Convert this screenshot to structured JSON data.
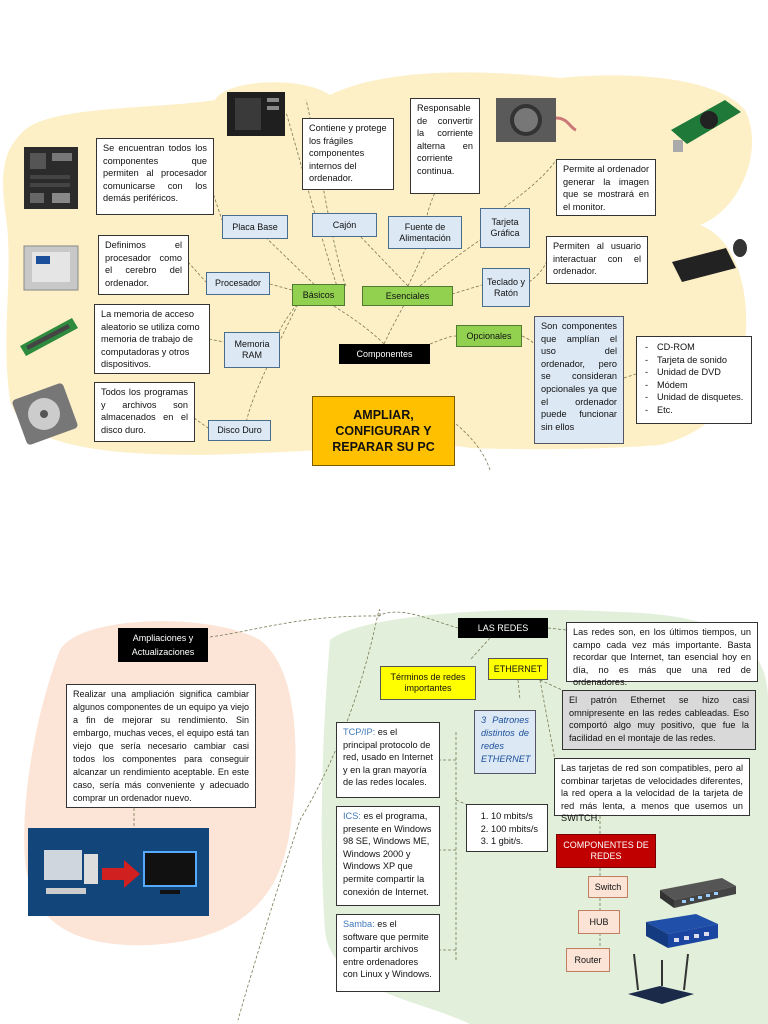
{
  "top": {
    "central": "AMPLIAR, CONFIGURAR Y REPARAR SU PC",
    "componentes": "Componentes",
    "basicos": "Básicos",
    "esenciales": "Esenciales",
    "opcionales": "Opcionales",
    "placa_base": {
      "label": "Placa Base",
      "desc": "Se encuentran todos los componentes que permiten al procesador comunicarse con los demás periféricos."
    },
    "procesador": {
      "label": "Procesador",
      "desc": "Definimos el procesador como el cerebro del ordenador."
    },
    "memoria": {
      "label": "Memoria RAM",
      "desc": "La memoria de acceso aleatorio se utiliza como memoria de trabajo de computadoras y otros dispositivos."
    },
    "disco": {
      "label": "Disco Duro",
      "desc": "Todos los programas y archivos son almacenados en el disco duro."
    },
    "cajon": {
      "label": "Cajón",
      "desc": "Contiene y protege los frágiles componentes internos del ordenador."
    },
    "fuente": {
      "label": "Fuente de Alimentación",
      "desc": "Responsable de convertir la corriente alterna en corriente continua."
    },
    "tarjeta": {
      "label": "Tarjeta Gráfica",
      "desc": "Permite al ordenador generar la imagen que se mostrará en el monitor."
    },
    "teclado": {
      "label": "Teclado y Ratón",
      "desc": "Permiten al usuario interactuar con el ordenador."
    },
    "opcionales_desc": "Son componentes que amplían el uso del ordenador, pero se consideran opcionales ya que el ordenador puede funcionar sin ellos",
    "opcionales_list": [
      "CD-ROM",
      "Tarjeta de sonido",
      "Unidad de DVD",
      "Módem",
      "Unidad de disquetes.",
      "Etc."
    ]
  },
  "bottom": {
    "ampliaciones": {
      "label": "Ampliaciones y Actualizaciones",
      "desc": "Realizar una ampliación significa cambiar algunos componentes de un equipo ya viejo a fin de mejorar su rendimiento. Sin embargo, muchas veces, el equipo está tan viejo que sería necesario cambiar casi todos los componentes para conseguir alcanzar un rendimiento aceptable. En este caso, sería más conveniente y adecuado comprar un ordenador nuevo."
    },
    "redes": {
      "label": "LAS REDES",
      "desc": "Las redes son, en los últimos tiempos, un campo cada vez más importante. Basta recordar que Internet, tan esencial hoy en día, no es más que una red de ordenadores."
    },
    "terminos": "Términos de redes importantes",
    "ethernet": {
      "label": "ETHERNET",
      "desc": "El patrón Ethernet se hizo casi omnipresente en las redes cableadas. Eso comportó algo muy positivo, que fue la facilidad en el montaje de las redes."
    },
    "patrones": "3 Patrones distintos de redes ETHERNET",
    "speeds": [
      "10 mbits/s",
      "100 mbits/s",
      "1 gbit/s."
    ],
    "tarjetas_red": "Las tarjetas de red son compatibles, pero al combinar tarjetas de velocidades diferentes, la red opera a la velocidad de la tarjeta de red más lenta, a menos que usemos un SWITCH.",
    "tcpip": {
      "term": "TCP/IP:",
      "desc": "es el principal protocolo de red, usado en Internet y en la gran mayoría de las redes locales."
    },
    "ics": {
      "term": "ICS:",
      "desc": "es el programa, presente en Windows 98 SE, Windows ME, Windows 2000 y Windows XP que permite compartir la conexión de Internet."
    },
    "samba": {
      "term": "Samba:",
      "desc": "es el software que permite compartir archivos entre ordenadores con Linux y Windows."
    },
    "componentes_redes": "COMPONENTES DE REDES",
    "switch": "Switch",
    "hub": "HUB",
    "router": "Router"
  },
  "colors": {
    "cream": "#fdefc6",
    "peach": "#fce4d6",
    "green": "#e2efda",
    "orange": "#ffc000",
    "lightgreen": "#92d050",
    "red": "#c00000",
    "blue": "#dce8f4"
  },
  "icons": [
    "motherboard-icon",
    "pc-case-icon",
    "power-supply-icon",
    "graphics-card-icon",
    "cpu-icon",
    "keyboard-mouse-icon",
    "ram-icon",
    "hard-disk-icon",
    "computer-upgrade-icon",
    "switch-icon",
    "hub-icon",
    "router-icon"
  ]
}
